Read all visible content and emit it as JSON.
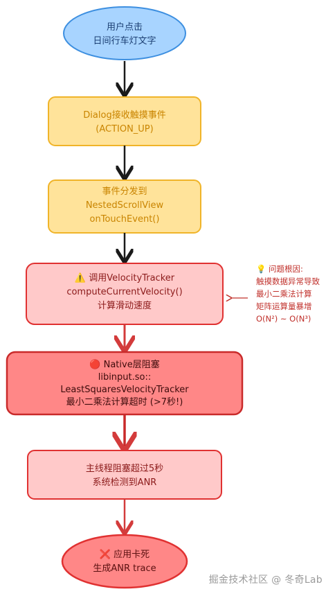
{
  "nodes": {
    "start": {
      "lines": [
        "用户点击",
        "日间行车灯文字"
      ]
    },
    "dialog": {
      "lines": [
        "Dialog接收触摸事件",
        "(ACTION_UP)"
      ]
    },
    "dispatch": {
      "lines": [
        "事件分发到",
        "NestedScrollView",
        "onTouchEvent()"
      ]
    },
    "velocity": {
      "icon": "⚠️",
      "lines": [
        "调用VelocityTracker",
        "computeCurrentVelocity()",
        "计算滑动速度"
      ]
    },
    "native": {
      "icon": "🔴",
      "lines": [
        "Native层阻塞",
        "libinput.so::",
        "LeastSquaresVelocityTracker",
        "最小二乘法计算超时 (>7秒!)"
      ]
    },
    "anr": {
      "lines": [
        "主线程阻塞超过5秒",
        "系统检测到ANR"
      ]
    },
    "crash": {
      "icon": "❌",
      "lines": [
        "应用卡死",
        "生成ANR trace"
      ]
    }
  },
  "note": {
    "icon": "💡",
    "lines": [
      "问题根因:",
      "触摸数据异常导致",
      "最小二乘法计算",
      "矩阵运算量暴增",
      "O(N²) ~ O(N³)"
    ]
  },
  "watermark": "掘金技术社区 @ 冬奇Lab",
  "colors": {
    "blue_fill": "#a8d4ff",
    "blue_stroke": "#3d8fe0",
    "yellow_fill": "#ffe39a",
    "yellow_stroke": "#f0b429",
    "pink_fill": "#ffc9c9",
    "pink_stroke": "#e03131",
    "red_fill": "#ff8787",
    "red_stroke": "#c92a2a",
    "note_text": "#c0302b",
    "arrow_dark": "#1a1a1a",
    "arrow_red": "#d33b3b"
  }
}
